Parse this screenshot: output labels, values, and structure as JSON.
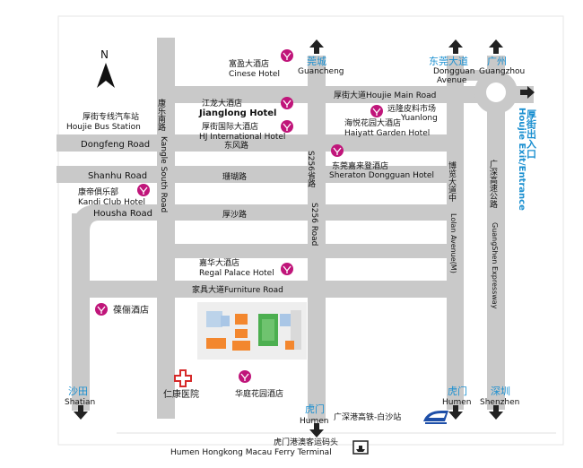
{
  "colors": {
    "road": "#c9c9c9",
    "blue_label": "#1a8fd0",
    "hotel": "#c0157a",
    "hospital": "#d62a2a",
    "arrow": "#222222",
    "rail": "#1e4fa8"
  },
  "compass": {
    "label": "N"
  },
  "directions": {
    "guancheng_cn": "莞城",
    "guancheng_en": "Guancheng",
    "dongguan_cn": "东莞大道",
    "dongguan_en1": "Dongguan",
    "dongguan_en2": "Avenue",
    "guangzhou_cn": "广州",
    "guangzhou_en": "Guangzhou",
    "houjie_exit_cn": "厚街出入口",
    "houjie_exit_en": "Houjie Exit/Entrance",
    "shatian_cn": "沙田",
    "shatian_en": "Shatian",
    "humen_c_cn": "虎门",
    "humen_c_en": "Humen",
    "humen_r_cn": "虎门",
    "humen_r_en": "Humen",
    "shenzhen_cn": "深圳",
    "shenzhen_en": "Shenzhen"
  },
  "roads": {
    "houjie_main": "厚街大道Houjie Main Road",
    "dongfeng": "Dongfeng Road",
    "shanhu": "Shanhu Road",
    "housha": "Housha Road",
    "dongfeng_cn": "东风路",
    "shanhu_cn": "珊瑚路",
    "housha_cn": "厚沙路",
    "furniture": "家具大道Furniture Road",
    "kangle_cn": "康乐南路",
    "kangle_en": "Kangle South Road",
    "s256_cn": "S256省路",
    "s256_en": "S256 Road",
    "bogang_cn": "博览大道中",
    "bogang_en": "Lolan Avenue(M)",
    "guangshen_cn": "广深高速公路",
    "guangshen_en": "GuangShen Expressway"
  },
  "places": {
    "cinese_cn": "富盈大酒店",
    "cinese_en": "Cinese Hotel",
    "jianglong_cn": "江龙大酒店",
    "jianglong_en": "Jianglong Hotel",
    "hj_cn": "厚街国际大酒店",
    "hj_en": "HJ International Hotel",
    "yuanlong_cn": "远隆皮料市场",
    "yuanlong_en": "Yuanlong",
    "haiyatt_cn": "海悦花园大酒店",
    "haiyatt_en": "Haiyatt Garden Hotel",
    "sheraton_cn": "东莞嘉来登酒店",
    "sheraton_en": "Sheraton Dongguan Hotel",
    "busstation_cn": "厚街专线汽车站",
    "busstation_en": "Houjie Bus Station",
    "kandi_cn": "康帝俱乐部",
    "kandi_en": "Kandi Club Hotel",
    "regal_cn": "嘉华大酒店",
    "regal_en": "Regal Palace Hotel",
    "baoli_cn": "葆俪酒店",
    "renkang_cn": "仁康医院",
    "huating_cn": "华庭花园酒店",
    "rail_station": "广深港高铁-白沙站",
    "ferry_cn": "虎门港澳客运码头",
    "ferry_en": "Humen Hongkong Macau Ferry Terminal"
  }
}
